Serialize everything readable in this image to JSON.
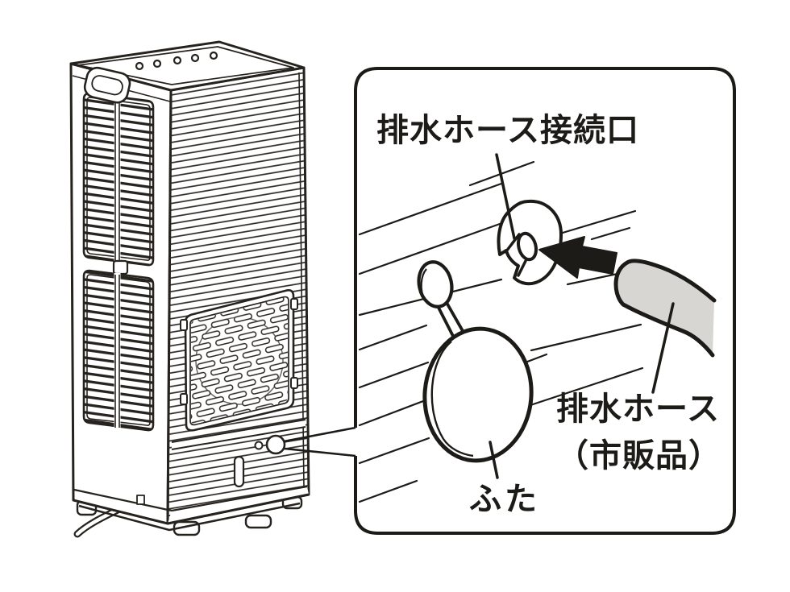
{
  "diagram": {
    "type": "appliance-manual-illustration",
    "labels": {
      "port": "排水ホース接続口",
      "lid": "ふた",
      "hose_line1": "排水ホース",
      "hose_line2": "（市販品）"
    },
    "icons": {
      "insert_direction_arrow": "◀"
    },
    "colors": {
      "line": "#1d1b17",
      "hose_fill": "#d8d6d3",
      "background": "#ffffff"
    }
  }
}
